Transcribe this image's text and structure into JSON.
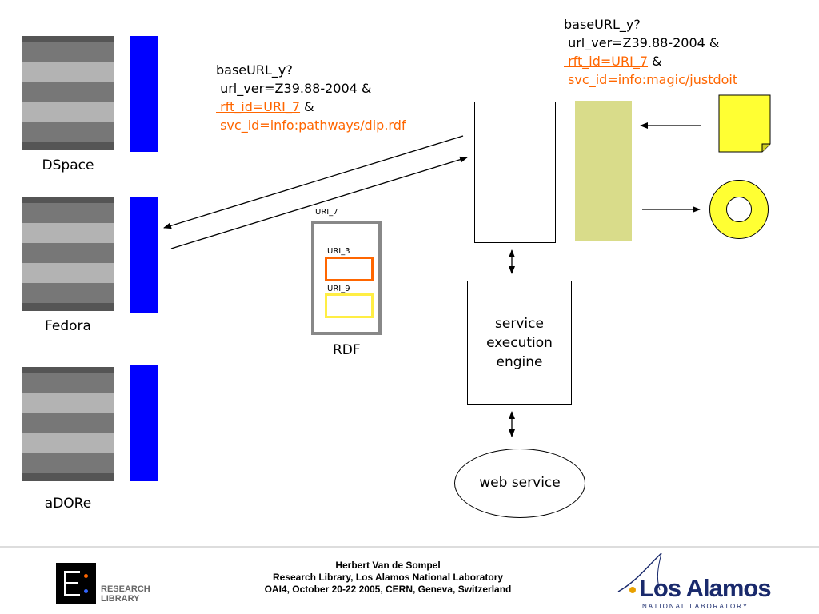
{
  "repositories": [
    {
      "label": "DSpace"
    },
    {
      "label": "Fedora"
    },
    {
      "label": "aDORe"
    }
  ],
  "request_left": {
    "line1": "baseURL_y?",
    "line2": " url_ver=Z39.88-2004 &",
    "line3_a": " rft_id=URI_7",
    "line3_b": " &",
    "line4": " svc_id=info:pathways/dip.rdf"
  },
  "request_right": {
    "line1": "baseURL_y?",
    "line2": " url_ver=Z39.88-2004 &",
    "line3_a": " rft_id=URI_7",
    "line3_b": " &",
    "line4": " svc_id=info:magic/justdoit"
  },
  "rdf": {
    "outer_label": "URI_7",
    "inner1_label": "URI_3",
    "inner2_label": "URI_9",
    "caption": "RDF"
  },
  "engine": {
    "line1": "service",
    "line2": "execution",
    "line3": "engine"
  },
  "web_service": {
    "label": "web service"
  },
  "footer": {
    "line1": "Herbert Van de Sompel",
    "line2": "Research Library, Los Alamos National Laboratory",
    "line3": "OAI4, October 20-22 2005, CERN, Geneva, Switzerland",
    "research_library_line1": "RESEARCH",
    "research_library_line2": "LIBRARY",
    "los_alamos_main": "Los Alamos",
    "los_alamos_sub": "NATIONAL LABORATORY"
  },
  "colors": {
    "bar": "#0000ff",
    "orange": "#ff6600",
    "note": "#ffff33",
    "khaki": "#d9dc8a",
    "rdf_frame": "#888888",
    "inner_yellow": "#ffee44"
  }
}
